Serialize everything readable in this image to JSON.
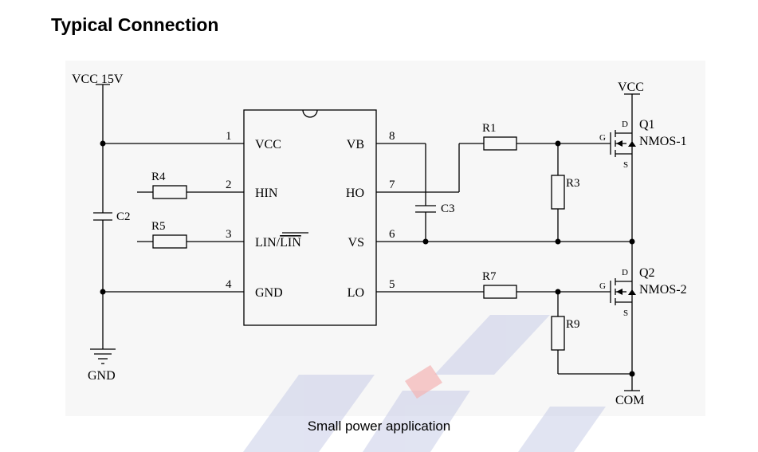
{
  "title": "Typical Connection",
  "caption": "Small power application",
  "ic": {
    "left_pins": [
      {
        "num": "1",
        "name": "VCC"
      },
      {
        "num": "2",
        "name": "HIN"
      },
      {
        "num": "3",
        "name": "LIN/",
        "name_overbar": "LIN"
      },
      {
        "num": "4",
        "name": "GND"
      }
    ],
    "right_pins": [
      {
        "num": "8",
        "name": "VB"
      },
      {
        "num": "7",
        "name": "HO"
      },
      {
        "num": "6",
        "name": "VS"
      },
      {
        "num": "5",
        "name": "LO"
      }
    ]
  },
  "nets": {
    "vcc15": "VCC 15V",
    "gnd": "GND",
    "vcc": "VCC",
    "com": "COM"
  },
  "components": {
    "r1": "R1",
    "r3": "R3",
    "r4": "R4",
    "r5": "R5",
    "r7": "R7",
    "r9": "R9",
    "c2": "C2",
    "c3": "C3",
    "q1": "Q1",
    "q1_type": "NMOS-1",
    "q2": "Q2",
    "q2_type": "NMOS-2",
    "d": "D",
    "g": "G",
    "s": "S"
  },
  "colors": {
    "watermark_blue": "#c9cde8",
    "watermark_red": "#f4b3b3"
  }
}
